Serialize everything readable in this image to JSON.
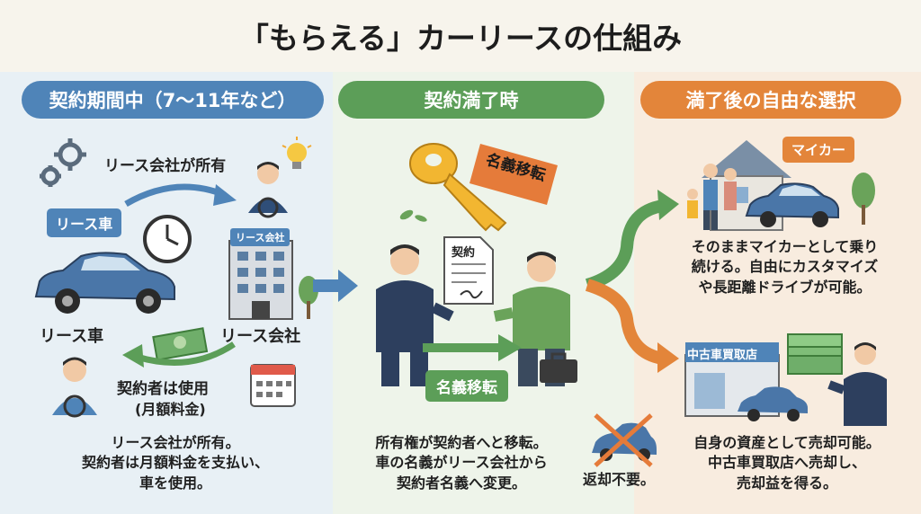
{
  "title": "「もらえる」カーリースの仕組み",
  "colors": {
    "blue": "#4f84b8",
    "green": "#5c9e58",
    "orange": "#e3853a"
  },
  "sections": [
    {
      "header": "契約期間中（7〜11年など）",
      "owner_label": "リース会社が所有",
      "car_tag": "リース車",
      "building_sign": "リース会社",
      "car_label": "リース車",
      "company_label": "リース会社",
      "user_label": "契約者は使用",
      "fee_label": "(月額料金)",
      "caption_lines": [
        "リース会社が所有。",
        "契約者は月額料金を支払い、",
        "車を使用。"
      ]
    },
    {
      "header": "契約満了時",
      "key_tag": "名義移転",
      "document_label": "契約",
      "transfer_label": "名義移転",
      "caption_lines": [
        "所有権が契約者へと移転。",
        "車の名義がリース会社から",
        "契約者名義へ変更。"
      ],
      "no_return": "返却不要。"
    },
    {
      "header": "満了後の自由な選択",
      "mycar_tag": "マイカー",
      "option1_lines": [
        "そのままマイカーとして乗り",
        "続ける。自由にカスタマイズ",
        "や長距離ドライブが可能。"
      ],
      "shop_sign": "中古車買取店",
      "option2_lines": [
        "自身の資産として売却可能。",
        "中古車買取店へ売却し、",
        "売却益を得る。"
      ]
    }
  ]
}
